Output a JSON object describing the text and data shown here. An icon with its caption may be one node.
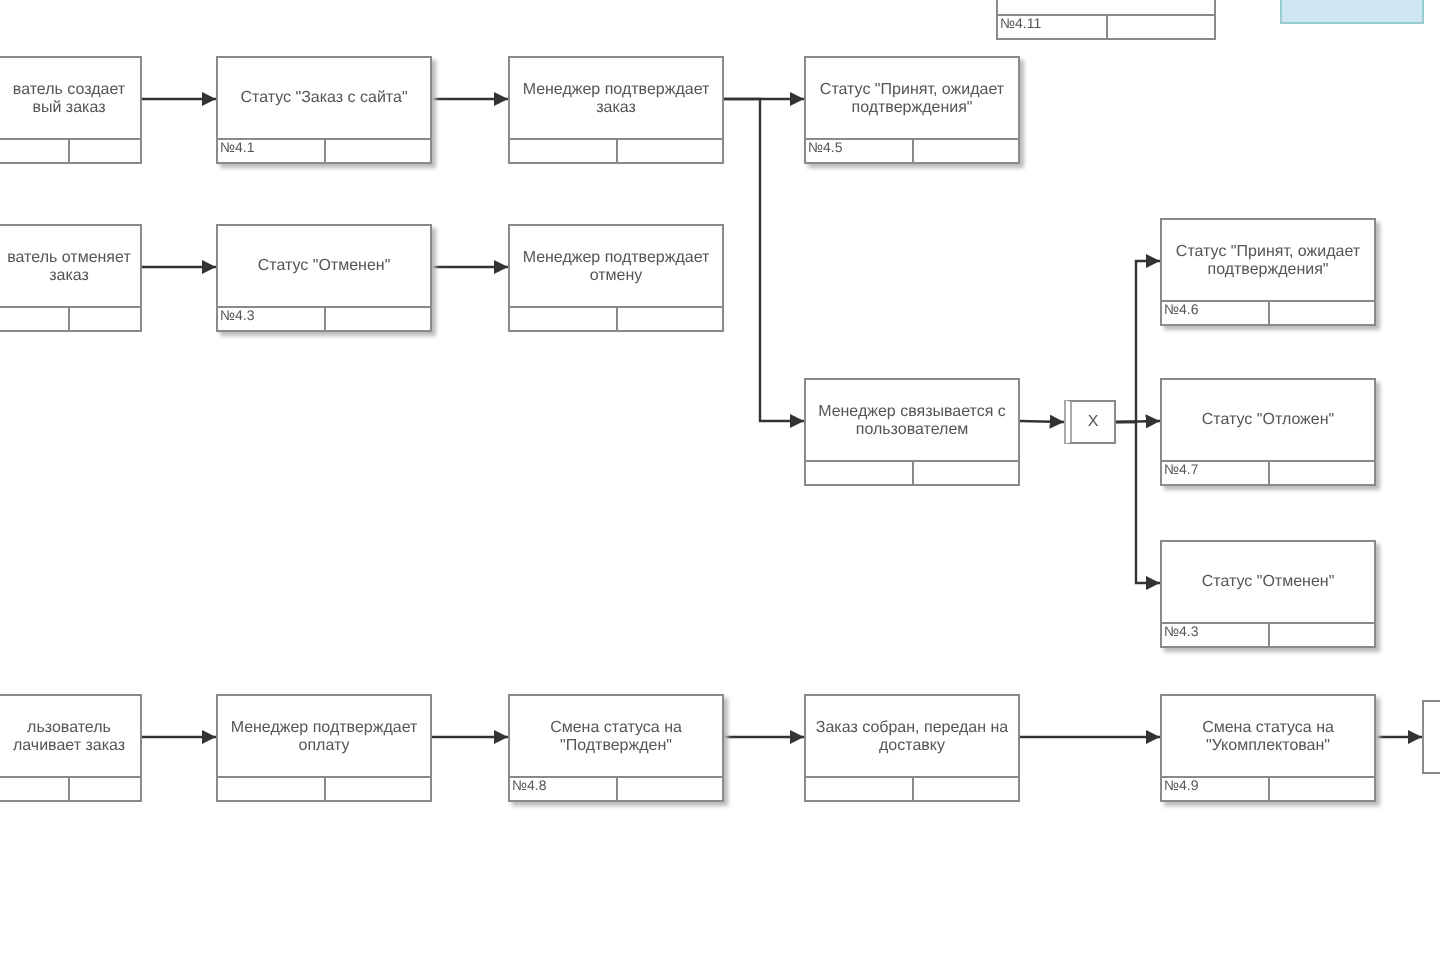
{
  "diagram": {
    "nodes": [
      {
        "text": [
          "ватель создает вый заказ"
        ]
      },
      {
        "text": [
          "Статус \"Заказ с сайта\"",
          "№4.1"
        ]
      },
      {
        "text": [
          "Менеджер подтверждает заказ"
        ]
      },
      {
        "text": [
          "№4.11"
        ]
      },
      {
        "text": [
          "Статус \"Принят, ожидает подтверждения\"",
          "№4.5"
        ]
      },
      {
        "text": [
          "ватель отменяет заказ"
        ]
      },
      {
        "text": [
          "Статус \"Отменен\"",
          "№4.3"
        ]
      },
      {
        "text": [
          "Менеджер подтверждает отмену"
        ]
      },
      {
        "text": [
          "Статус \"Принят, ожидает подтверждения\"",
          "№4.6"
        ]
      },
      {
        "text": [
          "Менеджер связывается с пользователем"
        ]
      },
      {
        "text": [
          "X"
        ]
      },
      {
        "text": [
          "Статус \"Отложен\"",
          "№4.7"
        ]
      },
      {
        "text": [
          "Статус \"Отменен\"",
          "№4.3"
        ]
      },
      {
        "text": [
          "льзователь лачивает заказ"
        ]
      },
      {
        "text": [
          "Менеджер подтверждает оплату"
        ]
      },
      {
        "text": [
          "Смена статуса на \"Подтвержден\"",
          "№4.8"
        ]
      },
      {
        "text": [
          "Заказ собран, передан на доставку"
        ]
      },
      {
        "text": [
          "Смена статуса на \"Укомплектован\"",
          "№4.9"
        ]
      },
      {
        "text": [],
        "shape": "box"
      }
    ],
    "edges": [
      {
        "from": 0,
        "to": 1,
        "arrow": "to"
      },
      {
        "from": 1,
        "to": 2,
        "arrow": "to"
      },
      {
        "from": 2,
        "to": 4,
        "arrow": "to"
      },
      {
        "from": 2,
        "to": 9,
        "arrow": "to"
      },
      {
        "from": 5,
        "to": 6,
        "arrow": "to"
      },
      {
        "from": 6,
        "to": 7,
        "arrow": "to"
      },
      {
        "from": 9,
        "to": 10,
        "arrow": "to"
      },
      {
        "from": 10,
        "to": 8,
        "arrow": "to"
      },
      {
        "from": 10,
        "to": 11,
        "arrow": "to"
      },
      {
        "from": 10,
        "to": 12,
        "arrow": "to"
      },
      {
        "from": 13,
        "to": 14,
        "arrow": "to"
      },
      {
        "from": 14,
        "to": 15,
        "arrow": "to"
      },
      {
        "from": 15,
        "to": 16,
        "arrow": "to"
      },
      {
        "from": 16,
        "to": 17,
        "arrow": "to"
      },
      {
        "from": 17,
        "to": 18,
        "arrow": "to"
      }
    ]
  }
}
